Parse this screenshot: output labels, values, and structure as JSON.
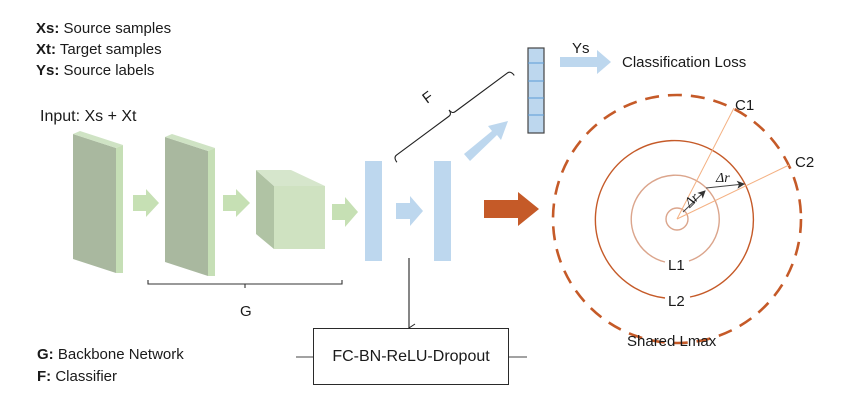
{
  "legend_top": [
    {
      "key": "Xs:",
      "text": "Source samples"
    },
    {
      "key": "Xt:",
      "text": "Target samples"
    },
    {
      "key": "Ys:",
      "text": "Source labels"
    }
  ],
  "legend_bottom": [
    {
      "key": "G:",
      "text": "Backbone Network"
    },
    {
      "key": "F:",
      "text": "Classifier"
    }
  ],
  "input_label": "Input: Xs + Xt",
  "brace_g_label": "G",
  "brace_f_label": "F",
  "ys_label": "Ys",
  "loss_label": "Classification Loss",
  "fc_block_label": "FC-BN-ReLU-Dropout",
  "circles": {
    "c1_label": "C1",
    "c2_label": "C2",
    "delta_r_1": "Δr",
    "delta_r_2": "Δr",
    "l1_label": "L1",
    "l2_label": "L2",
    "lmax_label": "Shared Lmax"
  },
  "colors": {
    "feature_map_dark": "#a9b89f",
    "feature_map_light": "#c9e0bb",
    "green_arrow": "#c6e0b4",
    "blue": "#bdd7ee",
    "blue_cell_line": "#5b9bd5",
    "orange": "#c55a28",
    "orange_light": "#dba58c",
    "orange_line": "#f4b183"
  }
}
